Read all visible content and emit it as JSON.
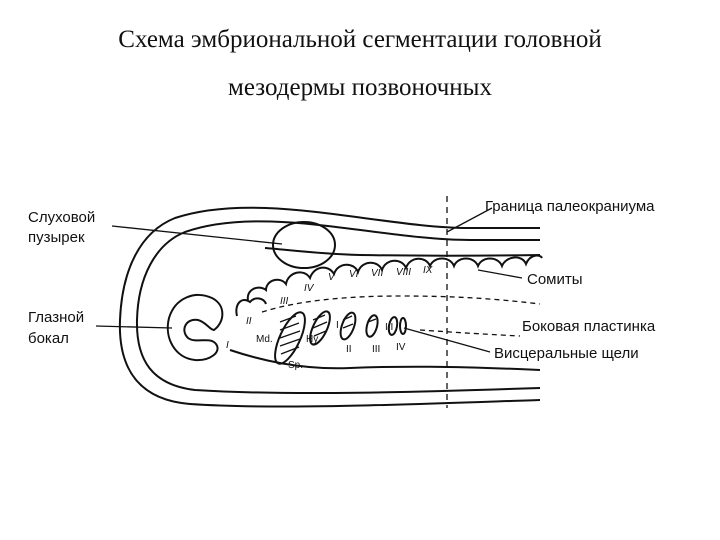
{
  "title": {
    "line1": "Схема эмбриональной сегментации головной",
    "line2": "мезодермы позвоночных"
  },
  "labels": {
    "otic_line1": "Слуховой",
    "otic_line2": "пузырек",
    "eye_line1": "Глазной",
    "eye_line2": "бокал",
    "paleocranium_border": "Граница палеокраниума",
    "somites": "Сомиты",
    "lateral_plate": "Боковая пластинка",
    "visceral_clefts": "Висцеральные щели"
  },
  "segments": [
    "I",
    "II",
    "III",
    "IV",
    "V",
    "VI",
    "VII",
    "VIII",
    "IX"
  ],
  "arches": {
    "md": "Md.",
    "hy": "Hy.",
    "sp": "Sp.",
    "numbers": [
      "I",
      "II",
      "III",
      "IV"
    ]
  }
}
